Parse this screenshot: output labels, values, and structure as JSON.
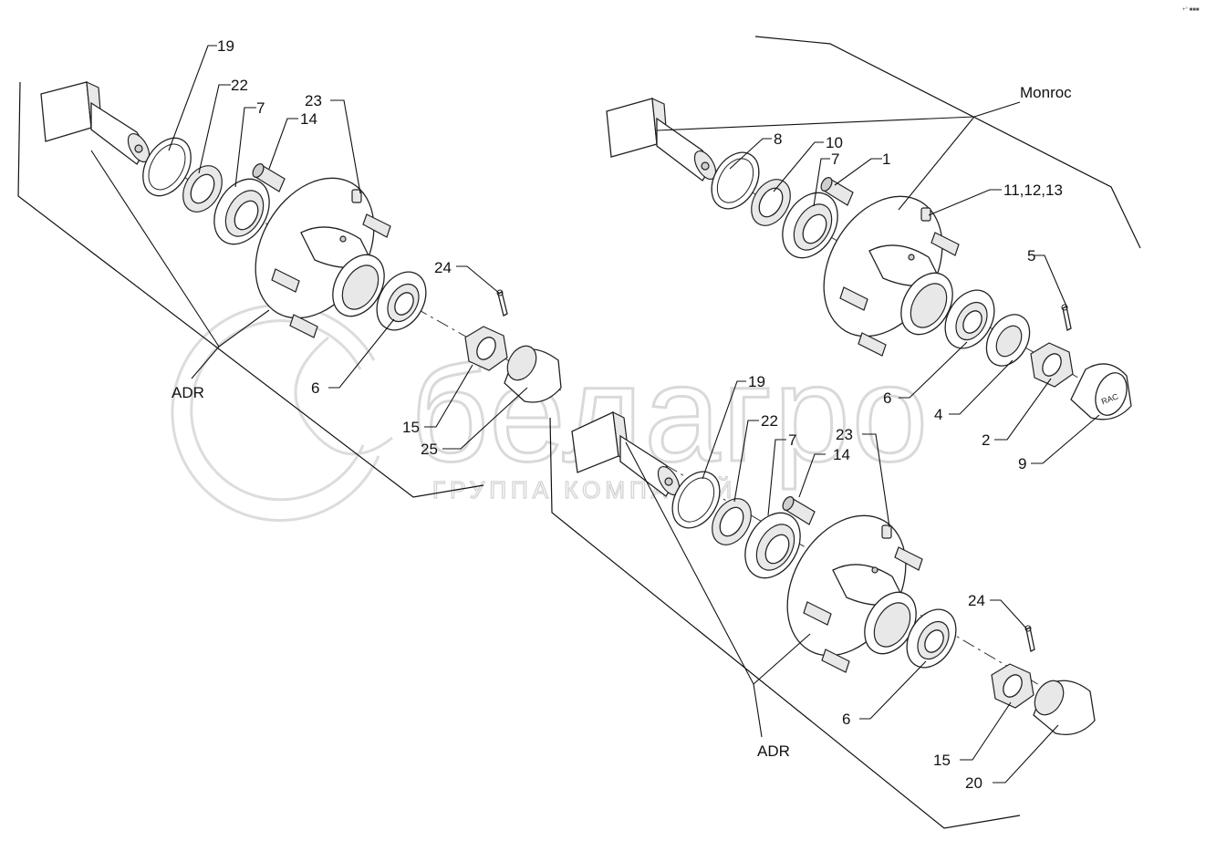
{
  "watermark": {
    "brand": "белагро",
    "tagline": "ГРУППА КОМПАНИЙ"
  },
  "corner_mark": "+° ■■■",
  "groups": {
    "upper_left": "ADR",
    "right": "Monroc",
    "lower": "ADR"
  },
  "callouts": {
    "ul_19": "19",
    "ul_22": "22",
    "ul_7": "7",
    "ul_23": "23",
    "ul_14": "14",
    "ul_24": "24",
    "ul_6": "6",
    "ul_15": "15",
    "ul_25": "25",
    "r_8": "8",
    "r_10": "10",
    "r_7": "7",
    "r_1": "1",
    "r_11_12_13": "11,12,13",
    "r_5": "5",
    "r_6": "6",
    "r_4": "4",
    "r_2": "2",
    "r_9": "9",
    "lo_19": "19",
    "lo_22": "22",
    "lo_7": "7",
    "lo_23": "23",
    "lo_14": "14",
    "lo_24": "24",
    "lo_6": "6",
    "lo_15": "15",
    "lo_20": "20"
  },
  "cap_logo": "RAC"
}
